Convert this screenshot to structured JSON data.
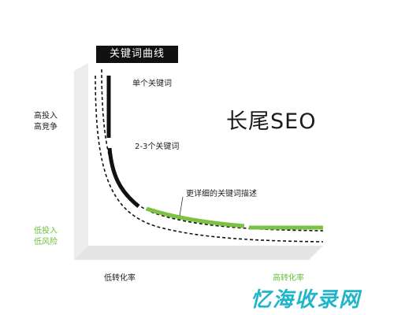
{
  "diagram": {
    "curve_title": "关键词曲线",
    "main_title": "长尾SEO",
    "segment_labels": {
      "single": "单个关键词",
      "two_three": "2-3个关键词",
      "detailed": "更详细的关键词描述"
    },
    "y_axis": {
      "high_line1": "高投入",
      "high_line2": "高竞争",
      "low_line1": "低投入",
      "low_line2": "低风险"
    },
    "x_axis": {
      "low": "低转化率",
      "high": "高转化率"
    },
    "watermark": "忆海收录网",
    "colors": {
      "black_segment": "#111111",
      "green_segment": "#7cc242",
      "green_text": "#6bbf3a",
      "axis_shadow": "#e6e6e6",
      "watermark": "#20b6c9"
    }
  }
}
